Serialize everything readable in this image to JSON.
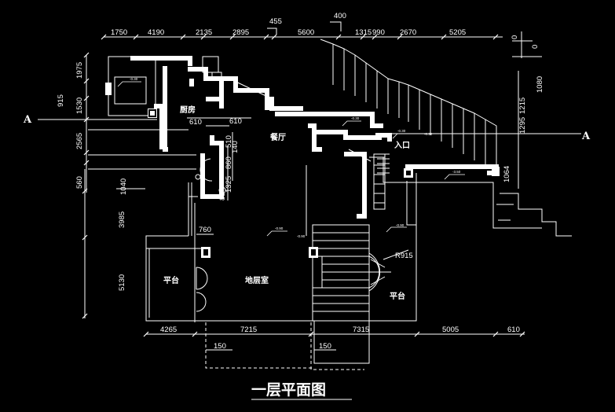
{
  "drawing": {
    "title": "一层平面图",
    "section_marks": [
      "A",
      "A"
    ]
  },
  "rooms": {
    "kitchen": "厨房",
    "dining": "餐厅",
    "entrance": "入口",
    "basement": "地层室",
    "platform_left": "平台",
    "platform_right": "平台"
  },
  "dims_top": [
    "1750",
    "4190",
    "2135",
    "2895",
    "455",
    "5600",
    "400",
    "1315",
    "990",
    "2670",
    "5205",
    "0",
    "0"
  ],
  "dims_bottom": [
    "4265",
    "7215",
    "7315",
    "5005",
    "610",
    "150",
    "150"
  ],
  "dims_left": [
    "1975",
    "915",
    "1530",
    "2565",
    "560",
    "1040",
    "3985",
    "5130"
  ],
  "dims_right": [
    "1080",
    "1215",
    "1295",
    "1064"
  ],
  "dims_inner": [
    "610",
    "610",
    "510",
    "860",
    "1325",
    "140",
    "85",
    "760",
    "R915"
  ],
  "levels": [
    "-0.30",
    "-0.90",
    "-0.90",
    "-0.30",
    "-0.30",
    "-3.50",
    "-0.30",
    "-0.90"
  ]
}
